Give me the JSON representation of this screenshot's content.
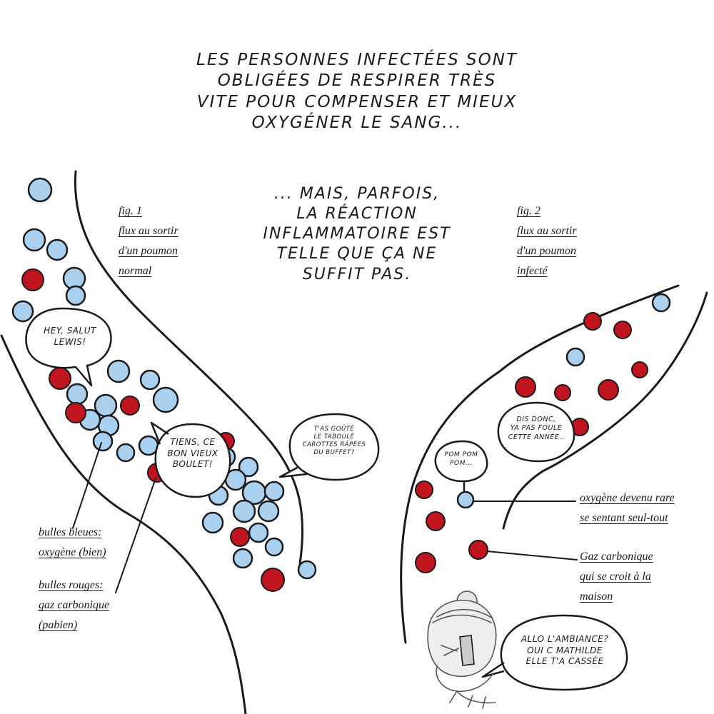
{
  "colors": {
    "oxygen": "#a9d1ef",
    "co2": "#c0141f",
    "ink": "#1a1a1a"
  },
  "narration": {
    "top_lines": [
      "LES PERSONNES INFECTÉES SONT",
      "OBLIGÉES DE RESPIRER TRÈS",
      "VITE POUR COMPENSER ET MIEUX",
      "OXYGÉNER LE SANG..."
    ],
    "middle_lines": [
      "... MAIS, PARFOIS,",
      "LA RÉACTION",
      "INFLAMMATOIRE EST",
      "TELLE QUE ÇA NE",
      "SUFFIT PAS."
    ]
  },
  "fig1": {
    "lines": [
      "fig. 1",
      "flux au sortir",
      "d'un poumon",
      "normal"
    ],
    "legend_blue": [
      "bulles bleues:",
      "oxygène (bien)"
    ],
    "legend_red": [
      "bulles rouges:",
      "gaz carbonique",
      "(pabien)"
    ]
  },
  "fig2": {
    "lines": [
      "fig. 2",
      "flux au sortir",
      "d'un poumon",
      "infecté"
    ],
    "legend_blue": [
      "oxygène devenu rare",
      "se sentant seul-tout"
    ],
    "legend_red": [
      "Gaz carbonique",
      "qui se croit à la",
      "maison"
    ]
  },
  "speech": {
    "hey": [
      "HEY, SALUT",
      "LEWIS!"
    ],
    "tiens": [
      "TIENS, CE",
      "BON VIEUX",
      "BOULET!"
    ],
    "taboule": [
      "T'AS GOÛTÉ",
      "LE TABOULÉ",
      "CAROTTES RÂPÉES",
      "DU BUFFET?"
    ],
    "dis_donc": [
      "DIS DONC,",
      "YA PAS FOULE",
      "CETTE ANNÉE.."
    ],
    "pom": [
      "POM POM",
      "POM..."
    ],
    "allo": [
      "ALLO L'AMBIANCE?",
      "OUI C MATHILDE",
      "ELLE T'A CASSÉE"
    ]
  }
}
